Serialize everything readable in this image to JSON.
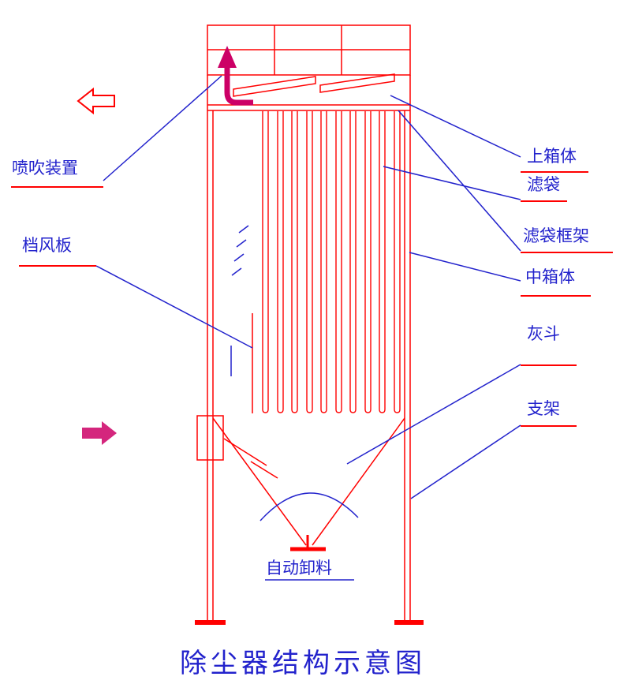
{
  "diagram_title": "除尘器结构示意图",
  "callouts": {
    "blow_device": "喷吹装置",
    "baffle": "档风板",
    "upper_box": "上箱体",
    "filter_bag": "滤袋",
    "bag_cage": "滤袋框架",
    "middle_box": "中箱体",
    "ash_hopper": "灰斗",
    "support": "支架",
    "auto_discharge": "自动卸料"
  },
  "icons": {
    "outlet_arrow": "hollow-left-arrow",
    "inlet_arrow": "filled-right-arrow",
    "pulse_jet_arrow": "filled-up-arrow"
  },
  "colors": {
    "line_red": "#ff0000",
    "pulse_magenta": "#cc0066",
    "label_blue": "#2222cc",
    "background": "#ffffff"
  }
}
